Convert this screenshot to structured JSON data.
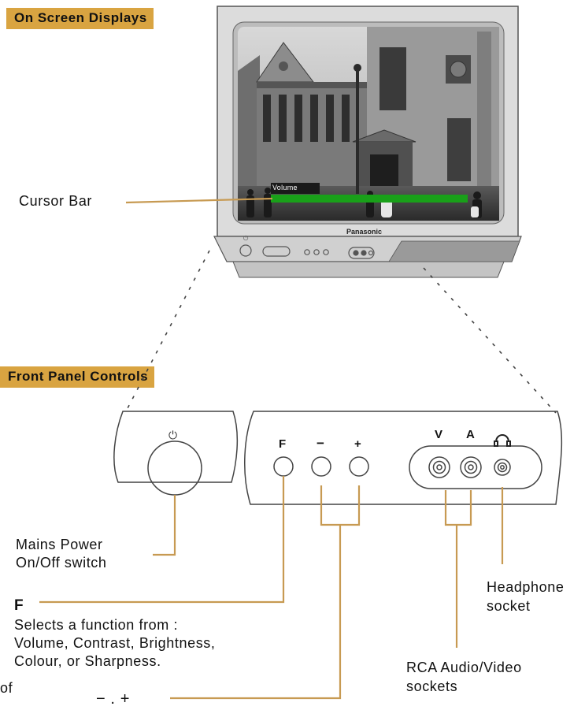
{
  "sections": {
    "osd_title": "On Screen Displays",
    "panel_title": "Front Panel Controls"
  },
  "tv": {
    "osd_label": "Volume",
    "brand": "Panasonic"
  },
  "callouts": {
    "cursor_bar": "Cursor Bar",
    "power_line1": "Mains Power",
    "power_line2": "On/Off switch",
    "f_key": "F",
    "f_line1": "Selects a function from :",
    "f_line2": "Volume, Contrast, Brightness,",
    "f_line3": "Colour, or Sharpness.",
    "of_fragment": "of",
    "minus_plus": "− . +",
    "headphone_line1": "Headphone",
    "headphone_line2": "socket",
    "rca_line1": "RCA Audio/Video",
    "rca_line2": "sockets"
  },
  "panel": {
    "btn_f": "F",
    "btn_minus": "−",
    "btn_plus": "+",
    "jack_v": "V",
    "jack_a": "A"
  },
  "colors": {
    "accent": "#d9a441",
    "leader": "#c79a52",
    "cursor_bar": "#19a019",
    "tv_body": "#d9d9d9"
  }
}
